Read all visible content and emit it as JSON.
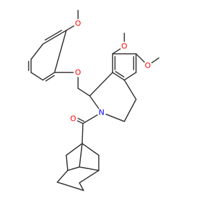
{
  "molecule": {
    "colors": {
      "bond": "#333333",
      "oxygen": "#ff0000",
      "nitrogen": "#0000ff"
    },
    "atom_labels": [
      {
        "id": "O1",
        "text": "O",
        "element": "oxygen"
      },
      {
        "id": "O2",
        "text": "O",
        "element": "oxygen"
      },
      {
        "id": "O3",
        "text": "O",
        "element": "oxygen"
      },
      {
        "id": "O4",
        "text": "O",
        "element": "oxygen"
      },
      {
        "id": "O5",
        "text": "O",
        "element": "oxygen"
      },
      {
        "id": "N1",
        "text": "N",
        "element": "nitrogen"
      }
    ]
  }
}
